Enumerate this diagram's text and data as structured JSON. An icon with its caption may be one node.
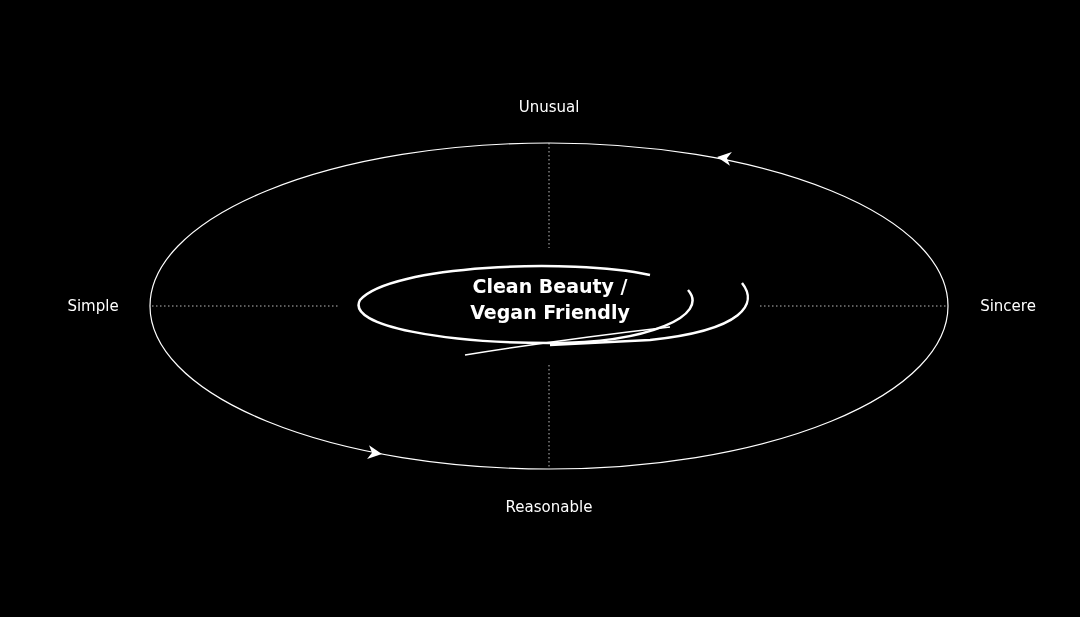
{
  "diagram": {
    "nodes": [
      {
        "text": [
          "Clean Beauty / Vegan Friendly"
        ]
      }
    ],
    "edges": [],
    "labels": [
      "Unusual",
      "Simple",
      "Sincere",
      "Reasonable"
    ]
  }
}
